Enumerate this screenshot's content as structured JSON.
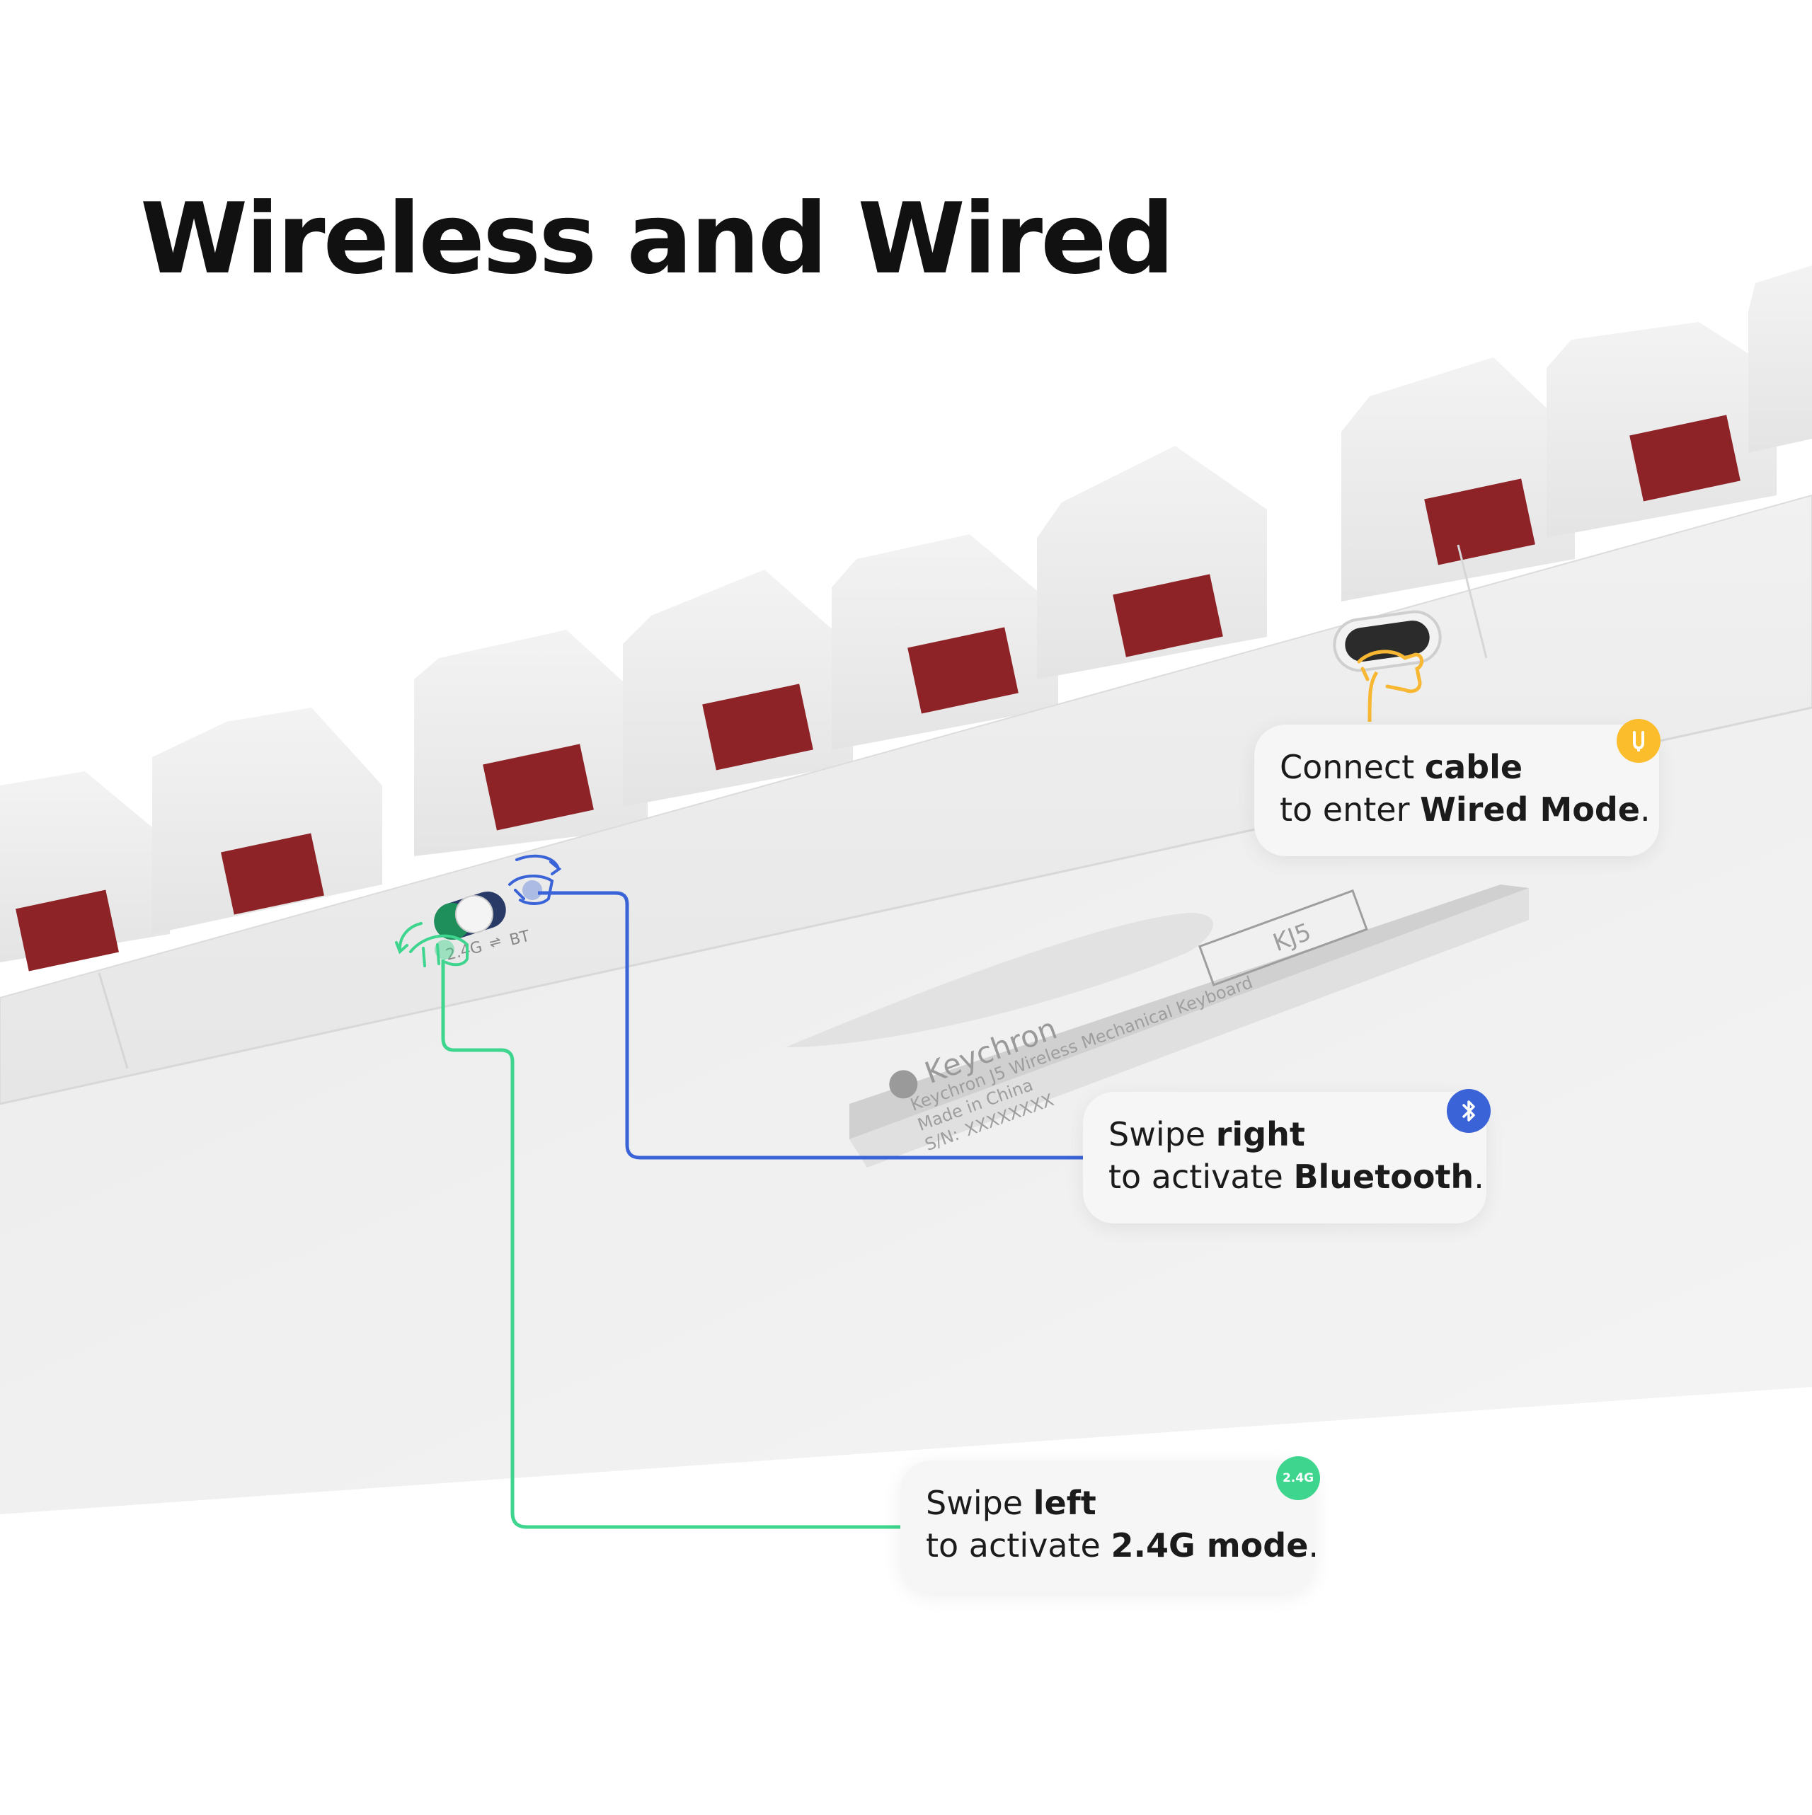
{
  "title": "Wireless and Wired",
  "switch": {
    "label_24g": "2.4G",
    "label_bt": "BT"
  },
  "nameplate": {
    "brand": "Keychron",
    "model": "KJ5",
    "line1": "Keychron J5 Wireless Mechanical Keyboard",
    "line2": "Made in China",
    "serial_label": "S/N:",
    "serial_value": "XXXXXXXX"
  },
  "callouts": {
    "wired": {
      "line1_pre": "Connect ",
      "line1_bold": "cable",
      "line2_pre": "to enter ",
      "line2_bold": "Wired Mode",
      "line2_post": ".",
      "badge_icon": "usb-cable-icon",
      "color": "#fbbd2c"
    },
    "bluetooth": {
      "line1_pre": "Swipe ",
      "line1_bold": "right",
      "line2_pre": "to activate ",
      "line2_bold": "Bluetooth",
      "line2_post": ".",
      "badge_icon": "bluetooth-icon",
      "color": "#3a63d8"
    },
    "g24": {
      "line1_pre": "Swipe ",
      "line1_bold": "left",
      "line2_pre": "to activate ",
      "line2_bold": "2.4G mode",
      "line2_post": ".",
      "badge_text": "2.4G",
      "color": "#3ed58e"
    }
  }
}
